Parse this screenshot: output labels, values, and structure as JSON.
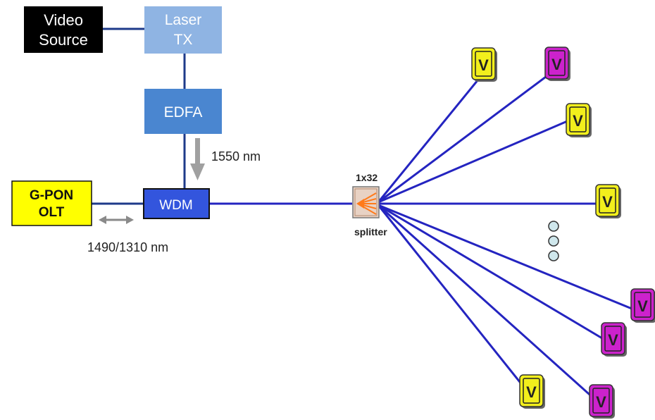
{
  "video_source": {
    "line1": "Video",
    "line2": "Source"
  },
  "laser_tx": {
    "line1": "Laser",
    "line2": "TX"
  },
  "edfa": {
    "label": "EDFA"
  },
  "wdm": {
    "label": "WDM"
  },
  "olt": {
    "line1": "G-PON",
    "line2": "OLT"
  },
  "wavelength_down": "1550 nm",
  "wavelength_bidir": "1490/1310 nm",
  "splitter": {
    "ratio": "1x32",
    "label": "splitter"
  },
  "onu_glyph": "V",
  "onus": [
    {
      "color": "yellow"
    },
    {
      "color": "magenta"
    },
    {
      "color": "yellow"
    },
    {
      "color": "yellow"
    },
    {
      "color": "magenta"
    },
    {
      "color": "magenta"
    },
    {
      "color": "yellow"
    },
    {
      "color": "magenta"
    }
  ],
  "colors": {
    "video_source": "#000000",
    "laser_tx": "#8fb4e3",
    "edfa": "#4a86d0",
    "wdm": "#3355dd",
    "olt": "#ffff00",
    "fiber": "#2424c0",
    "onu_yellow": "#f2ef1c",
    "onu_magenta": "#cc22cc",
    "ellipsis_dot": "#cfe7ec"
  }
}
